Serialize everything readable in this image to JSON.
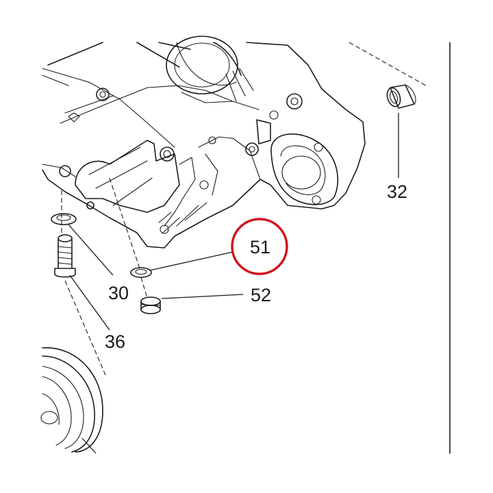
{
  "callouts": [
    {
      "id": "32",
      "label": "32"
    },
    {
      "id": "30",
      "label": "30"
    },
    {
      "id": "36",
      "label": "36"
    },
    {
      "id": "51",
      "label": "51"
    },
    {
      "id": "52",
      "label": "52"
    }
  ],
  "highlight": {
    "target": "51",
    "color": "#d0141e"
  }
}
